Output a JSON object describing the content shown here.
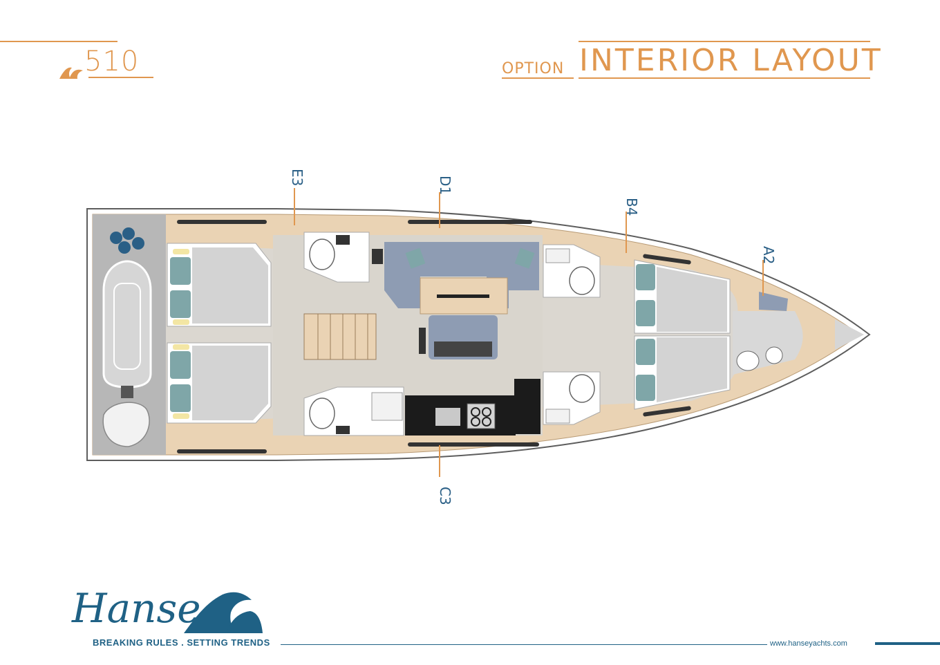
{
  "header": {
    "model_number": "510",
    "option_label": "OPTION",
    "title": "INTERIOR LAYOUT"
  },
  "callouts": {
    "e3": "E3",
    "d1": "D1",
    "b4": "B4",
    "a2": "A2",
    "c3": "C3"
  },
  "footer": {
    "brand": "Hanse",
    "tagline": "BREAKING RULES . SETTING TRENDS",
    "website": "www.hanseyachts.com"
  },
  "colors": {
    "accent": "#e0974f",
    "brand_blue": "#1f6185",
    "wood": "#ead3b4",
    "floor": "#dbd7d0",
    "cushion_grey": "#8e9cb3",
    "pillow_teal": "#7fa6a8",
    "bed_grey": "#d3d3d3",
    "garage_grey": "#b7b7b7"
  }
}
